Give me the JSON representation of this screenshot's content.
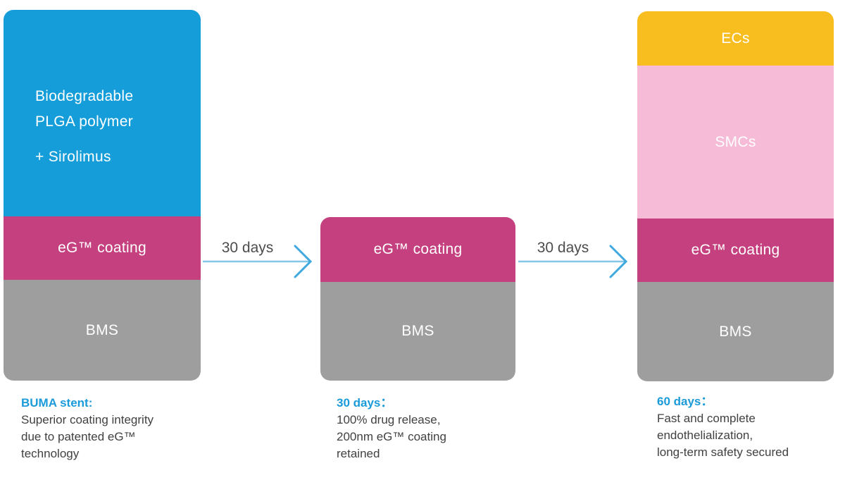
{
  "colors": {
    "drug_blue": "#149dd9",
    "coating_magenta": "#c5407e",
    "bms_gray": "#9e9e9e",
    "ecs_yellow": "#f8bd1e",
    "smcs_pink": "#f6bbd7",
    "arrow_line_blue": "#85c6e9",
    "arrow_head_blue": "#3fa9e0",
    "heading_blue": "#1b9bd9",
    "body_text": "#414141"
  },
  "stages": [
    {
      "blocks": [
        {
          "id": "drug",
          "lines": [
            "Biodegradable",
            "PLGA polymer",
            "+ Sirolimus"
          ]
        },
        {
          "id": "coating",
          "label": "eG™ coating"
        },
        {
          "id": "bms",
          "label": "BMS"
        }
      ],
      "caption": {
        "heading": "BUMA stent:",
        "lines": [
          "Superior coating integrity",
          "due to patented eG™",
          "technology"
        ]
      }
    },
    {
      "blocks": [
        {
          "id": "coating",
          "label": "eG™ coating"
        },
        {
          "id": "bms",
          "label": "BMS"
        }
      ],
      "caption": {
        "heading": "30 days：",
        "lines": [
          "100% drug release,",
          "200nm eG™ coating",
          "retained"
        ]
      }
    },
    {
      "blocks": [
        {
          "id": "ecs",
          "label": "ECs"
        },
        {
          "id": "smcs",
          "label": "SMCs"
        },
        {
          "id": "coating",
          "label": "eG™ coating"
        },
        {
          "id": "bms",
          "label": "BMS"
        }
      ],
      "caption": {
        "heading": "60 days：",
        "lines": [
          "Fast and complete",
          "endothelialization,",
          "long-term safety secured"
        ]
      }
    }
  ],
  "arrows": [
    {
      "label": "30 days"
    },
    {
      "label": "30 days"
    }
  ]
}
